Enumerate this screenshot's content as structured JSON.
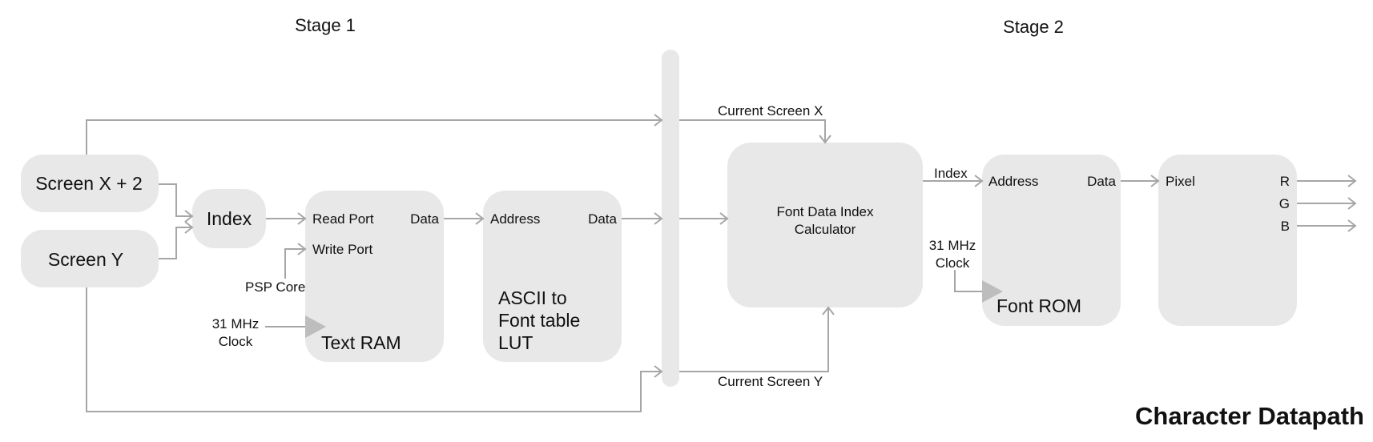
{
  "title": "Character Datapath",
  "stages": {
    "stage1": "Stage 1",
    "stage2": "Stage 2"
  },
  "blocks": {
    "screen_x": "Screen X + 2",
    "screen_y": "Screen Y",
    "index": "Index",
    "text_ram": "Text RAM",
    "ascii_lut": [
      "ASCII to",
      "Font table",
      "LUT"
    ],
    "font_calc": [
      "Font Data Index",
      "Calculator"
    ],
    "font_rom": "Font ROM"
  },
  "ports": {
    "read_port": "Read Port",
    "write_port": "Write Port",
    "data": "Data",
    "address": "Address",
    "pixel": "Pixel",
    "r": "R",
    "g": "G",
    "b": "B"
  },
  "signals": {
    "psp_core": "PSP Core",
    "clock_ram": [
      "31 MHz",
      "Clock"
    ],
    "clock_rom": [
      "31 MHz",
      "Clock"
    ],
    "current_screen_x": "Current Screen X",
    "current_screen_y": "Current Screen Y",
    "index": "Index"
  },
  "colors": {
    "block_fill": "#e8e8e8",
    "wire": "#a6a6a6",
    "clock_marker": "#bdbdbd"
  }
}
